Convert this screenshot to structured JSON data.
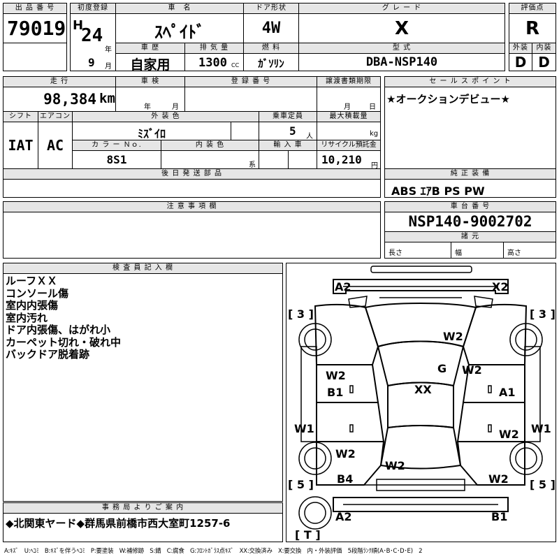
{
  "headers": {
    "lot": "出 品 番 号",
    "first_reg": "初度登録",
    "car_name": "車　名",
    "door": "ドア形状",
    "grade": "グ レ ー ド",
    "score": "評価点",
    "year_unit": "年",
    "month_unit": "月",
    "history": "車 歴",
    "displacement": "排 気 量",
    "fuel": "燃 料",
    "model": "型 式",
    "ext": "外装",
    "int": "内装",
    "mileage": "走 行",
    "inspection": "車 検",
    "reg_no": "登 録 番 号",
    "transfer_doc": "譲渡書類期限",
    "sales_point": "セ ー ル ス ポ イ ン ト",
    "shift": "シフト",
    "aircon": "エアコン",
    "ext_color": "外 装 色",
    "capacity": "乗車定員",
    "max_load": "最大積載量",
    "color_no": "カ ラ ー Ｎｏ.",
    "int_color": "内 装 色",
    "import": "輸 入 車",
    "recycle": "リサイクル預託金",
    "later_parts": "後 日 発 送 部 品",
    "genuine": "純 正 装 備",
    "notes": "注 意 事 項 欄",
    "chassis_no": "車 台 番 号",
    "specs": "諸 元",
    "inspector": "検 査 員 記 入 欄",
    "office": "事 務 局 よ り ご 案 内"
  },
  "lot_number": "79019",
  "era": "H",
  "first_reg_year": "24",
  "first_reg_month": "9",
  "car_name": "ｽﾍﾟｲﾄﾞ",
  "door": "4W",
  "grade": "X",
  "score": "R",
  "history": "自家用",
  "displacement": "1300",
  "displacement_unit": "CC",
  "fuel": "ｶﾞｿﾘﾝ",
  "model": "DBA-NSP140",
  "ext_score": "D",
  "int_score": "D",
  "mileage": "98,384",
  "mileage_unit": "km",
  "inspection_year": "年",
  "inspection_month": "月",
  "transfer_month": "月",
  "transfer_day": "日",
  "sales_point": "★オークションデビュー★",
  "shift": "IAT",
  "aircon": "AC",
  "ext_color": "ﾐｽﾞｲﾛ",
  "capacity": "5",
  "capacity_unit": "人",
  "max_load_unit": "kg",
  "color_no": "8S1",
  "int_color_unit": "系",
  "recycle": "10,210",
  "recycle_unit": "円",
  "genuine_equipment": "ABS ｴｱB PS PW",
  "chassis_number": "NSP140-9002702",
  "spec_length": "長さ",
  "spec_width": "幅",
  "spec_height": "高さ",
  "inspector_notes": [
    "ルーフＸＸ",
    "コンソール傷",
    "室内内張傷",
    "室内汚れ",
    "ドア内張傷、はがれ小",
    "カーペット切れ・破れ中",
    "バックドア脱着跡"
  ],
  "office_info": "◆北関東ヤード◆群馬県前橋市西大室町1257-6",
  "diagram": {
    "tire_fl": "[ 3 ]",
    "tire_fr": "[ 3 ]",
    "tire_rl": "[ 5 ]",
    "tire_rr": "[ 5 ]",
    "spare": "[ T ]",
    "marks": {
      "front_bumper_l": "A2",
      "front_bumper_r": "X2",
      "hood": "W2",
      "windshield": "G",
      "fender_r": "W2",
      "fender_l": "W2",
      "door_l_front": "B1",
      "door_r_front": "A1",
      "roof": "XX",
      "rocker_l": "W1",
      "rocker_r": "W1",
      "door_r_rear": "W2",
      "quarter_l": "W2",
      "rear_glass": "W2",
      "rear_quarter_l": "B4",
      "rear_quarter_r": "W2",
      "rear_bumper_l": "A2",
      "rear_bumper_r": "B1"
    }
  },
  "legend": "A:ｷｽﾞ　U:ﾍｺﾐ　B:ｷｽﾞを伴うﾍｺﾐ　P:要塗装　W:補修跡　S:錆　C:腐食　G:ﾌﾛﾝﾄｶﾞﾗｽ点ｷｽﾞ　XX:交換済み　X:要交換　内・外装評価　5段階ﾗﾝｸ順(A･B･C･D･E)　2"
}
